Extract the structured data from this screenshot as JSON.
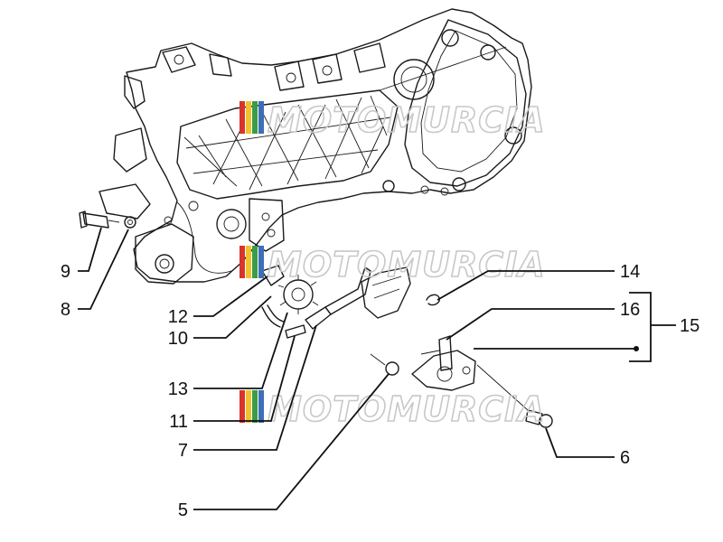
{
  "callouts": {
    "c1": "9",
    "c2": "8",
    "c3": "12",
    "c4": "10",
    "c5": "13",
    "c6": "11",
    "c7": "7",
    "c8": "5",
    "c9": "14",
    "c10": "16",
    "c11": "15",
    "c12": "6"
  },
  "watermark": {
    "text": "MOTOMURCIA",
    "stripe_colors": [
      "#d9342b",
      "#f2c22e",
      "#3c9b4a",
      "#3d6fb6"
    ]
  }
}
